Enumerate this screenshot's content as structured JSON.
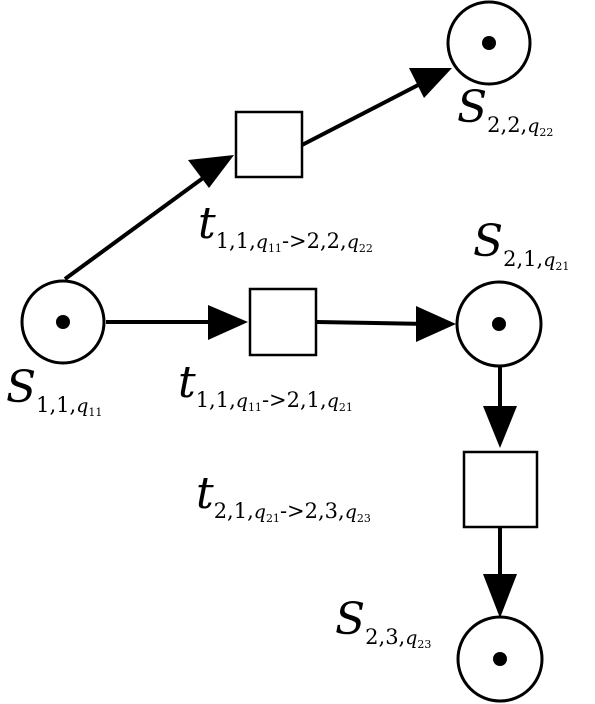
{
  "places": [
    {
      "id": "s11",
      "main": "S",
      "sub_index": "1,1,",
      "sub_var": "q",
      "sub_var_index": "11"
    },
    {
      "id": "s22",
      "main": "S",
      "sub_index": "2,2,",
      "sub_var": "q",
      "sub_var_index": "22"
    },
    {
      "id": "s21",
      "main": "S",
      "sub_index": "2,1,",
      "sub_var": "q",
      "sub_var_index": "21"
    },
    {
      "id": "s23",
      "main": "S",
      "sub_index": "2,3,",
      "sub_var": "q",
      "sub_var_index": "23"
    }
  ],
  "transitions": [
    {
      "id": "t_11_22",
      "main": "t",
      "sub_index": "1,1,",
      "sub_var": "q",
      "sub_var_index": "11",
      "sub_rest": "->2,2,",
      "sub_var2": "q",
      "sub_var2_index": "22"
    },
    {
      "id": "t_11_21",
      "main": "t",
      "sub_index": "1,1,",
      "sub_var": "q",
      "sub_var_index": "11",
      "sub_rest": "->2,1,",
      "sub_var2": "q",
      "sub_var2_index": "21"
    },
    {
      "id": "t_21_23",
      "main": "t",
      "sub_index": "2,1,",
      "sub_var": "q",
      "sub_var_index": "21",
      "sub_rest": "->2,3,",
      "sub_var2": "q",
      "sub_var2_index": "23"
    }
  ],
  "arcs": [
    {
      "from": "s11",
      "to": "t_11_22"
    },
    {
      "from": "t_11_22",
      "to": "s22"
    },
    {
      "from": "s11",
      "to": "t_11_21"
    },
    {
      "from": "t_11_21",
      "to": "s21"
    },
    {
      "from": "s21",
      "to": "t_21_23"
    },
    {
      "from": "t_21_23",
      "to": "s23"
    }
  ]
}
